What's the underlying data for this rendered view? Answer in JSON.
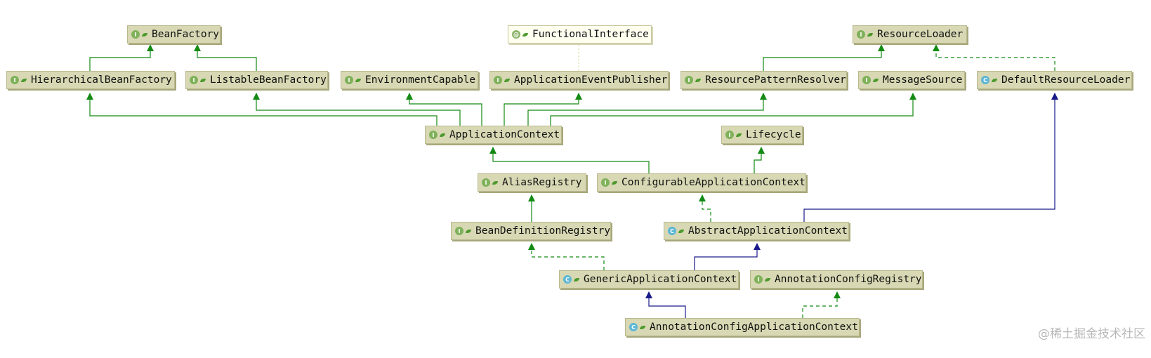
{
  "nodes": {
    "bean_factory": {
      "label": "BeanFactory",
      "kind": "interface"
    },
    "functional_interface": {
      "label": "FunctionalInterface",
      "kind": "annotation"
    },
    "resource_loader": {
      "label": "ResourceLoader",
      "kind": "interface"
    },
    "hierarchical_bean_factory": {
      "label": "HierarchicalBeanFactory",
      "kind": "interface"
    },
    "listable_bean_factory": {
      "label": "ListableBeanFactory",
      "kind": "interface"
    },
    "environment_capable": {
      "label": "EnvironmentCapable",
      "kind": "interface"
    },
    "application_event_publisher": {
      "label": "ApplicationEventPublisher",
      "kind": "interface"
    },
    "resource_pattern_resolver": {
      "label": "ResourcePatternResolver",
      "kind": "interface"
    },
    "message_source": {
      "label": "MessageSource",
      "kind": "interface"
    },
    "default_resource_loader": {
      "label": "DefaultResourceLoader",
      "kind": "class"
    },
    "application_context": {
      "label": "ApplicationContext",
      "kind": "interface"
    },
    "lifecycle": {
      "label": "Lifecycle",
      "kind": "interface"
    },
    "alias_registry": {
      "label": "AliasRegistry",
      "kind": "interface"
    },
    "configurable_application_context": {
      "label": "ConfigurableApplicationContext",
      "kind": "interface"
    },
    "bean_definition_registry": {
      "label": "BeanDefinitionRegistry",
      "kind": "interface"
    },
    "abstract_application_context": {
      "label": "AbstractApplicationContext",
      "kind": "class"
    },
    "generic_application_context": {
      "label": "GenericApplicationContext",
      "kind": "class"
    },
    "annotation_config_registry": {
      "label": "AnnotationConfigRegistry",
      "kind": "interface"
    },
    "annotation_config_application_context": {
      "label": "AnnotationConfigApplicationContext",
      "kind": "class"
    }
  },
  "edges": [
    {
      "from": "hierarchical_bean_factory",
      "to": "bean_factory",
      "type": "extends-interface"
    },
    {
      "from": "listable_bean_factory",
      "to": "bean_factory",
      "type": "extends-interface"
    },
    {
      "from": "resource_pattern_resolver",
      "to": "resource_loader",
      "type": "extends-interface"
    },
    {
      "from": "default_resource_loader",
      "to": "resource_loader",
      "type": "implements"
    },
    {
      "from": "application_event_publisher",
      "to": "functional_interface",
      "type": "annotated-with"
    },
    {
      "from": "application_context",
      "to": "hierarchical_bean_factory",
      "type": "extends-interface"
    },
    {
      "from": "application_context",
      "to": "listable_bean_factory",
      "type": "extends-interface"
    },
    {
      "from": "application_context",
      "to": "environment_capable",
      "type": "extends-interface"
    },
    {
      "from": "application_context",
      "to": "application_event_publisher",
      "type": "extends-interface"
    },
    {
      "from": "application_context",
      "to": "resource_pattern_resolver",
      "type": "extends-interface"
    },
    {
      "from": "application_context",
      "to": "message_source",
      "type": "extends-interface"
    },
    {
      "from": "configurable_application_context",
      "to": "application_context",
      "type": "extends-interface"
    },
    {
      "from": "configurable_application_context",
      "to": "lifecycle",
      "type": "extends-interface"
    },
    {
      "from": "bean_definition_registry",
      "to": "alias_registry",
      "type": "extends-interface"
    },
    {
      "from": "abstract_application_context",
      "to": "configurable_application_context",
      "type": "implements"
    },
    {
      "from": "abstract_application_context",
      "to": "default_resource_loader",
      "type": "extends-class"
    },
    {
      "from": "generic_application_context",
      "to": "abstract_application_context",
      "type": "extends-class"
    },
    {
      "from": "generic_application_context",
      "to": "bean_definition_registry",
      "type": "implements"
    },
    {
      "from": "annotation_config_application_context",
      "to": "generic_application_context",
      "type": "extends-class"
    },
    {
      "from": "annotation_config_application_context",
      "to": "annotation_config_registry",
      "type": "implements"
    }
  ],
  "legend_colors": {
    "extends_interface": "#138a13",
    "implements": "#138a13",
    "extends_class": "#1a1a8c",
    "annotated_with": "#d8d8a8"
  },
  "icon_glyphs": {
    "interface": "I",
    "class": "C",
    "annotation": "@"
  },
  "watermark": "@稀土掘金技术社区"
}
